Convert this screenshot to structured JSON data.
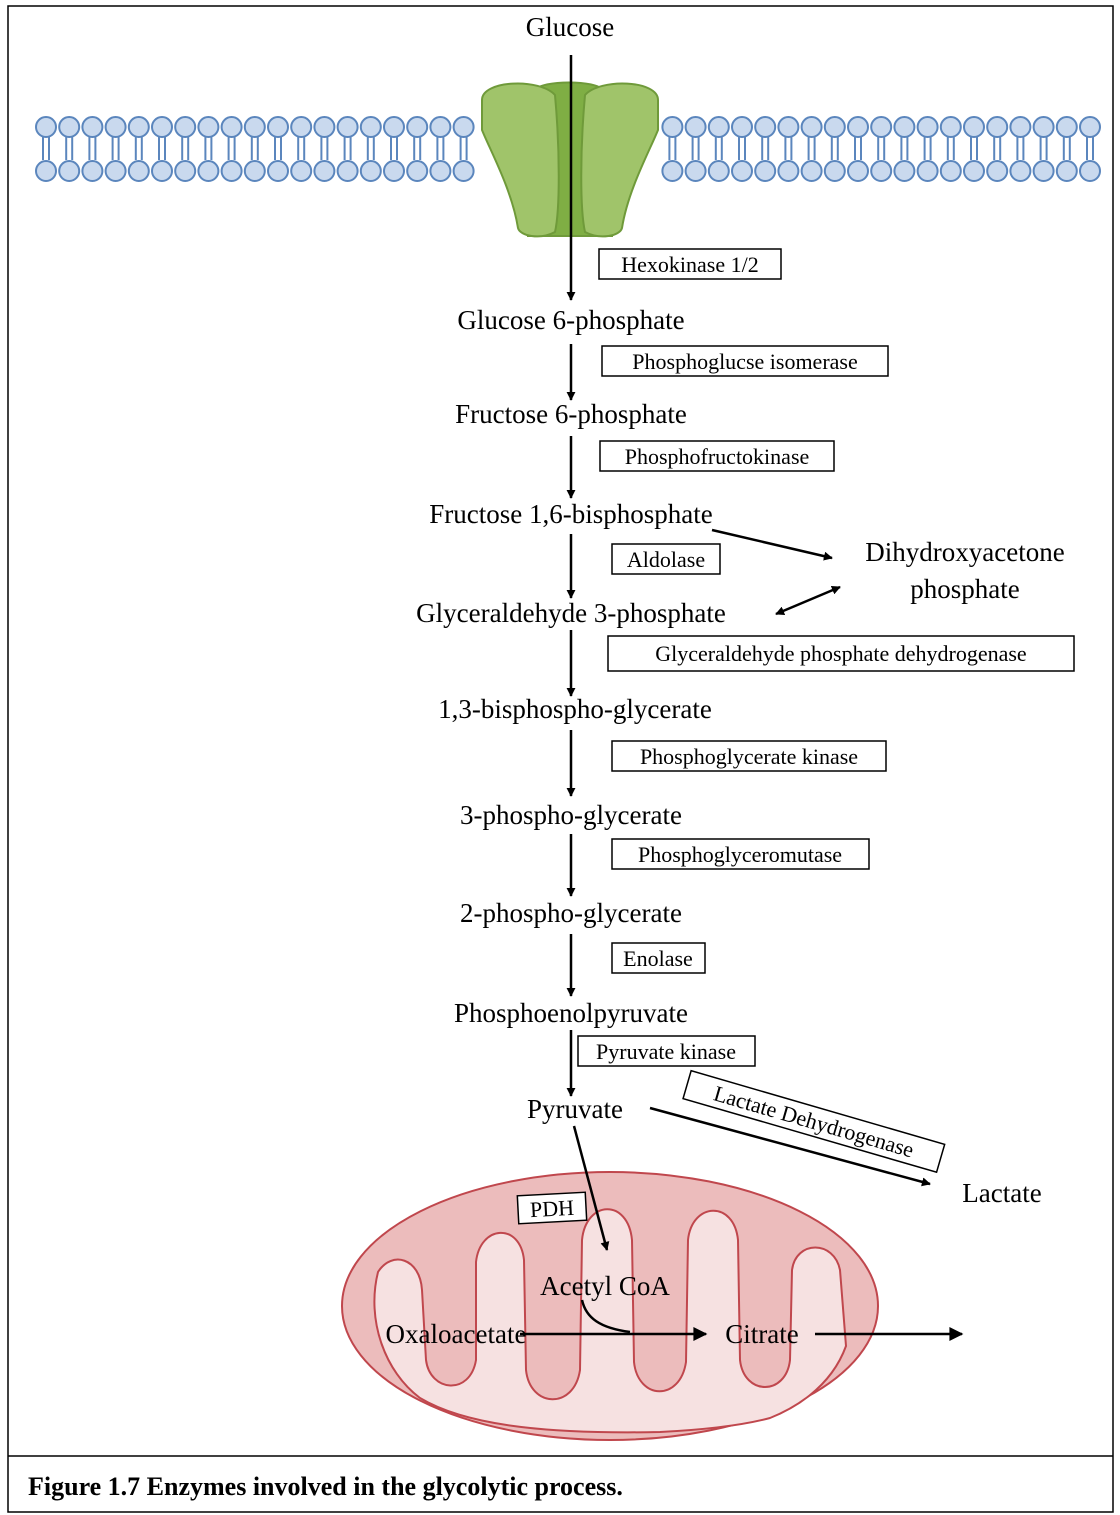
{
  "metabolites": {
    "glucose": "Glucose",
    "g6p": "Glucose 6-phosphate",
    "f6p": "Fructose 6-phosphate",
    "f16bp": "Fructose 1,6-bisphosphate",
    "dhap_line1": "Dihydroxyacetone",
    "dhap_line2": "phosphate",
    "g3p": "Glyceraldehyde 3-phosphate",
    "bpg13": "1,3-bisphospho-glycerate",
    "pg3": "3-phospho-glycerate",
    "pg2": "2-phospho-glycerate",
    "pep": "Phosphoenolpyruvate",
    "pyruvate": "Pyruvate",
    "lactate": "Lactate",
    "acetyl_coa": "Acetyl CoA",
    "oxaloacetate": "Oxaloacetate",
    "citrate": "Citrate"
  },
  "enzymes": {
    "hexokinase": "Hexokinase 1/2",
    "pgi": "Phosphoglucse isomerase",
    "pfk": "Phosphofructokinase",
    "aldolase": "Aldolase",
    "gapdh": "Glyceraldehyde phosphate dehydrogenase",
    "pgk": "Phosphoglycerate kinase",
    "pgm": "Phosphoglyceromutase",
    "enolase": "Enolase",
    "pk": "Pyruvate kinase",
    "ldh": "Lactate Dehydrogenase",
    "pdh": "PDH"
  },
  "caption": "Figure 1.7 Enzymes involved in the glycolytic process.",
  "colors": {
    "membrane_head_fill": "#c9d9ee",
    "membrane_stroke": "#5b86bd",
    "transporter_fill": "#9cc065",
    "transporter_stroke": "#6f9a3a",
    "mito_outer_fill": "#ecbcbc",
    "mito_inner_fill": "#f6e1e1",
    "mito_stroke": "#c0474d"
  }
}
